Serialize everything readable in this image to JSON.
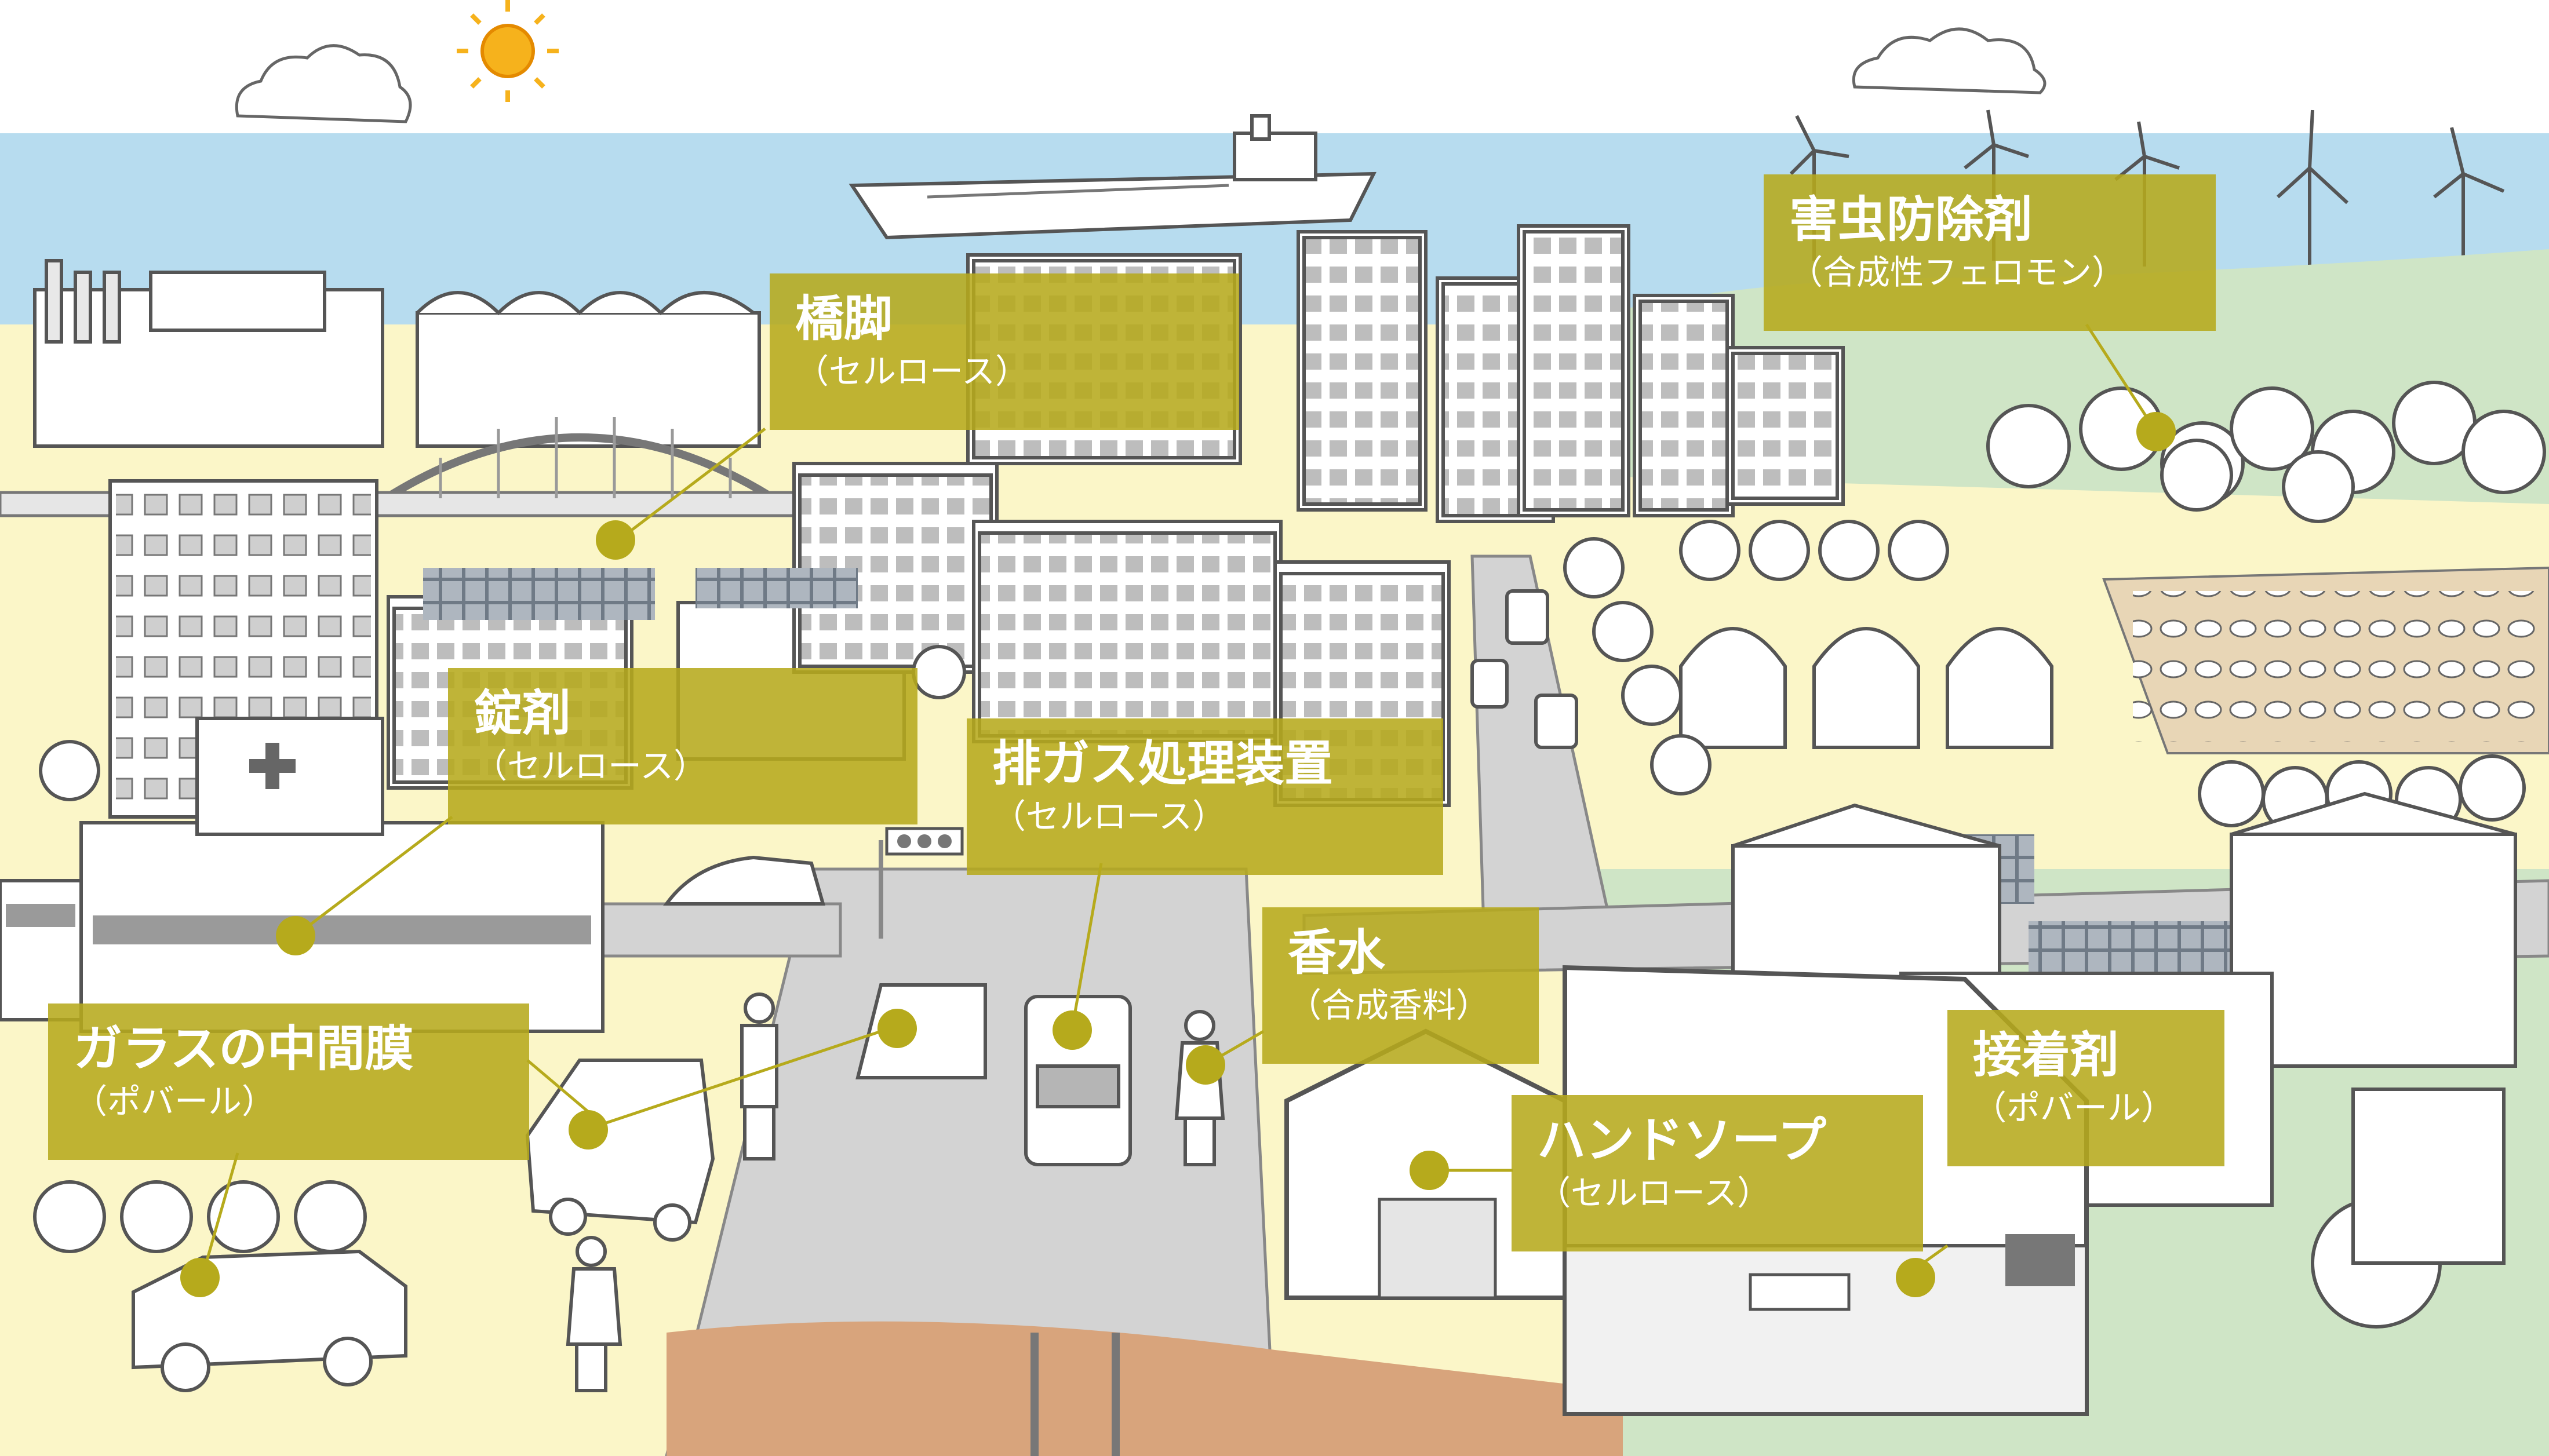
{
  "colors": {
    "label_bg": "#b6aa1c",
    "label_text": "#ffffff",
    "dot": "#b6aa1c",
    "sky": "#ffffff",
    "sea": "#b7dcef",
    "ground": "#fbf6c8",
    "grass": "#cfe5c6",
    "road": "#d3d3d3",
    "soil": "#d8a47c",
    "building": "#ffffff",
    "outline": "#555555"
  },
  "labels": [
    {
      "id": "bridge-pier",
      "title": "橋脚",
      "sub": "（セルロース）"
    },
    {
      "id": "pest-control",
      "title": "害虫防除剤",
      "sub": "（合成性フェロモン）"
    },
    {
      "id": "tablet",
      "title": "錠剤",
      "sub": "（セルロース）"
    },
    {
      "id": "exhaust",
      "title": "排ガス処理装置",
      "sub": "（セルロース）"
    },
    {
      "id": "perfume",
      "title": "香水",
      "sub": "（合成香料）"
    },
    {
      "id": "glass-interlayer",
      "title": "ガラスの中間膜",
      "sub": "（ポバール）"
    },
    {
      "id": "adhesive",
      "title": "接着剤",
      "sub": "（ポバール）"
    },
    {
      "id": "hand-soap",
      "title": "ハンドソープ",
      "sub": "（セルロース）"
    }
  ],
  "scene_icons": [
    "sun-icon",
    "cloud-icon",
    "tanker-ship-icon",
    "wind-turbine-icon",
    "hospital-cross-icon",
    "tree-icon",
    "car-icon",
    "bus-icon",
    "person-icon",
    "greenhouse-icon",
    "solar-panel-icon",
    "traffic-light-icon"
  ]
}
